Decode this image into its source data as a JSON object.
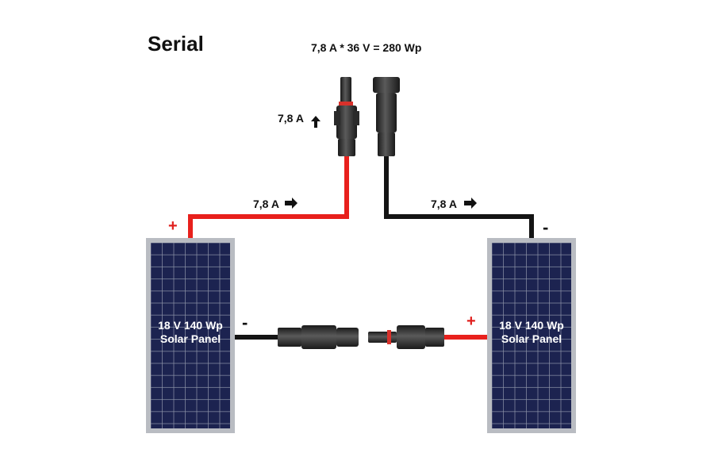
{
  "title": "Serial",
  "formula": "7,8 A * 36 V = 280 Wp",
  "current_labels": {
    "top": "7,8 A",
    "left_wire": "7,8 A",
    "right_wire": "7,8 A"
  },
  "panels": [
    {
      "line1": "18 V 140 Wp",
      "line2": "Solar Panel"
    },
    {
      "line1": "18 V 140 Wp",
      "line2": "Solar Panel"
    }
  ],
  "signs": {
    "left_panel_top": "+",
    "right_panel_top": "-",
    "left_panel_side": "-",
    "right_panel_side": "+"
  },
  "colors": {
    "positive_wire": "#e8201c",
    "negative_wire": "#141414",
    "panel_cell": "#1c2350",
    "panel_frame": "#b9bcc2"
  },
  "icons": {
    "arrow_up": "arrow-up-icon",
    "arrow_right": "arrow-right-icon"
  }
}
